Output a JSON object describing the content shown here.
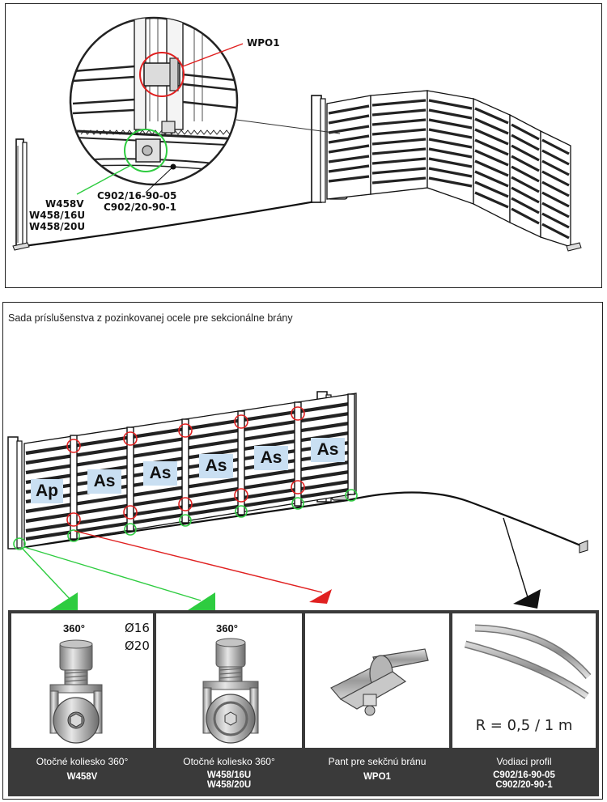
{
  "top_panel": {
    "labels": {
      "wpo1": "WPO1",
      "w458v": "W458V",
      "w458_16u": "W458/16U",
      "w458_20u": "W458/20U",
      "c902_16": "C902/16-90-05",
      "c902_20": "C902/20-90-1"
    }
  },
  "bottom_panel": {
    "caption": "Sada príslušenstva z pozinkovanej ocele pre sekcionálne brány",
    "sections": [
      "Ap",
      "As",
      "As",
      "As",
      "As",
      "As"
    ]
  },
  "products": [
    {
      "angle": "360°",
      "diameter_1": "Ø16",
      "diameter_2": "Ø20",
      "title": "Otočné koliesko 360°",
      "code_1": "W458V",
      "code_2": ""
    },
    {
      "angle": "360°",
      "title": "Otočné koliesko 360°",
      "code_1": "W458/16U",
      "code_2": "W458/20U"
    },
    {
      "title": "Pant pre sekčnú bránu",
      "code_1": "WPO1",
      "code_2": ""
    },
    {
      "radius": "R = 0,5 / 1 m",
      "title": "Vodiaci profil",
      "code_1": "C902/16-90-05",
      "code_2": "C902/20-90-1"
    }
  ],
  "colors": {
    "frame": "#111111",
    "highlight_red": "#e02020",
    "highlight_green": "#2ecc40",
    "badge": "#c9dff2",
    "product_bar": "#3a3a3a"
  }
}
